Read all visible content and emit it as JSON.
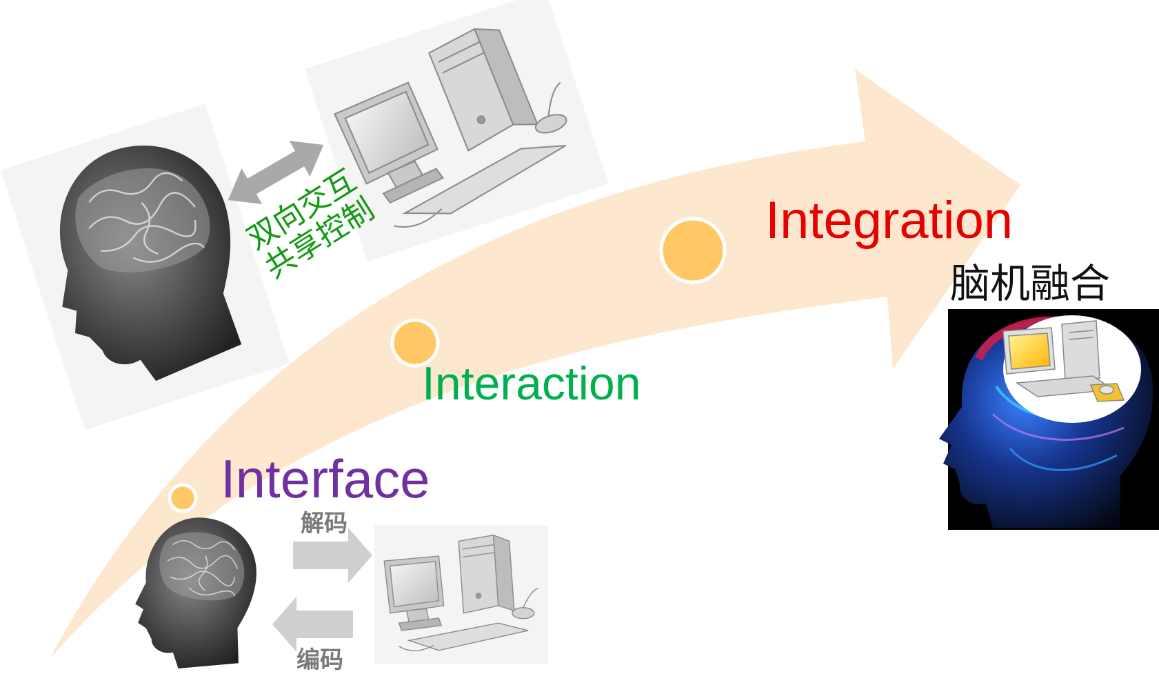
{
  "stages": [
    {
      "label": "Interface",
      "color": "#7030a0"
    },
    {
      "label": "Interaction",
      "color": "#00b050"
    },
    {
      "label": "Integration",
      "color": "#e60000"
    }
  ],
  "interface_arrows": {
    "decode": "解码",
    "encode": "编码"
  },
  "interaction_caption": [
    "双向交互",
    "共享控制"
  ],
  "integration_caption": "脑机融合",
  "colors": {
    "path": "#fde8cf",
    "dot": "#ffc865",
    "dot_border": "#ffffff",
    "decode_text": "#7a7a7a",
    "fusion_text": "#111111",
    "interaction_caption": "#139a13"
  },
  "icons": [
    "grey-head-brain-icon",
    "computer-icon",
    "bidirectional-arrow-icon",
    "decode-arrow-icon",
    "encode-arrow-icon",
    "fusion-head-icon"
  ]
}
